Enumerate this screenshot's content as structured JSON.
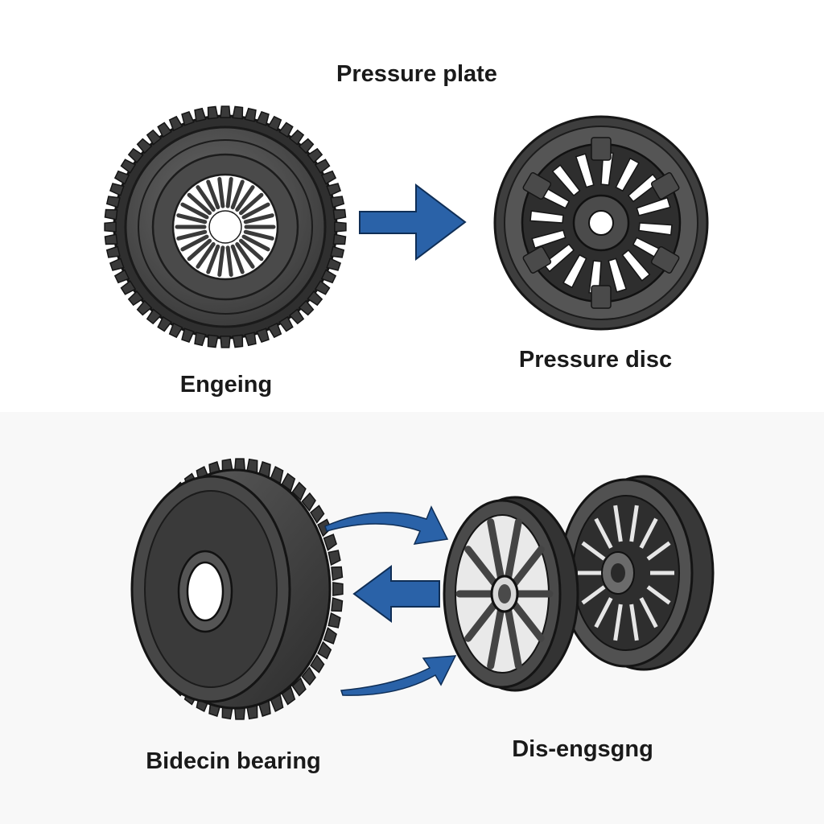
{
  "labels": {
    "top_title": "Pressure plate",
    "top_left": "Engeing",
    "top_right": "Pressure disc",
    "bottom_left": "Bidecin bearing",
    "bottom_right": "Dis-engsgng"
  },
  "colors": {
    "part_dark": "#3d3d3d",
    "part_mid": "#5a5a5a",
    "part_light": "#7a7a7a",
    "outline": "#1c1c1c",
    "arrow": "#2a62a8"
  },
  "icons": {
    "top_left_part": "gear-icon",
    "top_right_part": "pressure-disc-icon",
    "bottom_left_part": "bearing-gear-icon",
    "bottom_right_part": "disc-pair-icon",
    "arrows": "arrow-icon"
  }
}
